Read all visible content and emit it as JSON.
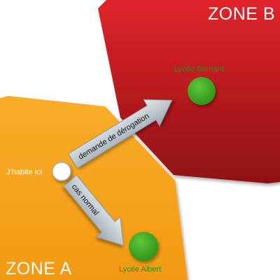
{
  "zones": {
    "a": {
      "label": "ZONE A",
      "color": "#f6a21c"
    },
    "b": {
      "label": "ZONE B",
      "color": "#b8161a"
    }
  },
  "schools": {
    "albert": {
      "label": "Lycée Albert",
      "color": "#3aa820"
    },
    "bernard": {
      "label": "Lycée Bernard",
      "color": "#3aa820"
    }
  },
  "home": {
    "label": "J'habite ici"
  },
  "arrows": {
    "exception": {
      "label": "demande de dérogation"
    },
    "normal": {
      "label": "cas normal"
    }
  }
}
